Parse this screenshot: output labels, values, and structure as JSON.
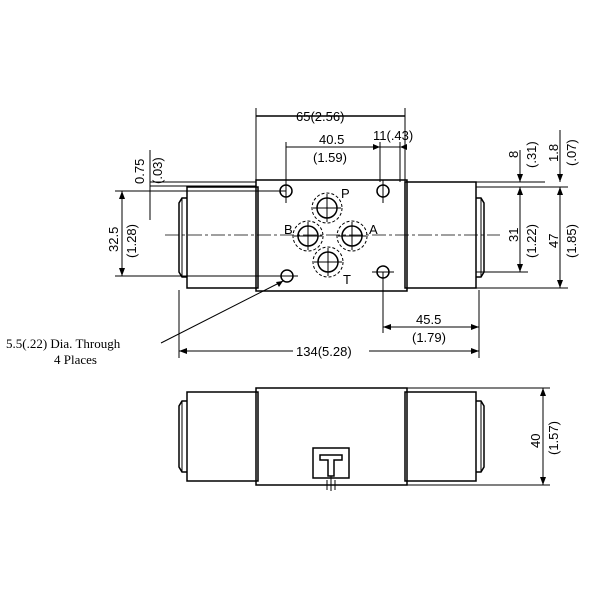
{
  "dimensions": {
    "width_total": "65(2.56)",
    "width_inner": "40.5",
    "width_inner_in": "(1.59)",
    "offset_right": "11(.43)",
    "top_small": "0.75",
    "top_small_in": "(.03)",
    "height_holes": "32.5",
    "height_holes_in": "(1.28)",
    "right_8": "8",
    "right_8_in": "(.31)",
    "right_1_8": "1.8",
    "right_1_8_in": "(.07)",
    "right_31": "31",
    "right_31_in": "(1.22)",
    "right_47": "47",
    "right_47_in": "(1.85)",
    "bottom_45_5": "45.5",
    "bottom_45_5_in": "(1.79)",
    "overall_length": "134(5.28)",
    "height_side": "40",
    "height_side_in": "(1.57)"
  },
  "ports": {
    "p": "P",
    "a": "A",
    "b": "B",
    "t": "T"
  },
  "note": {
    "line1": "5.5(.22) Dia. Through",
    "line2": "4 Places"
  }
}
